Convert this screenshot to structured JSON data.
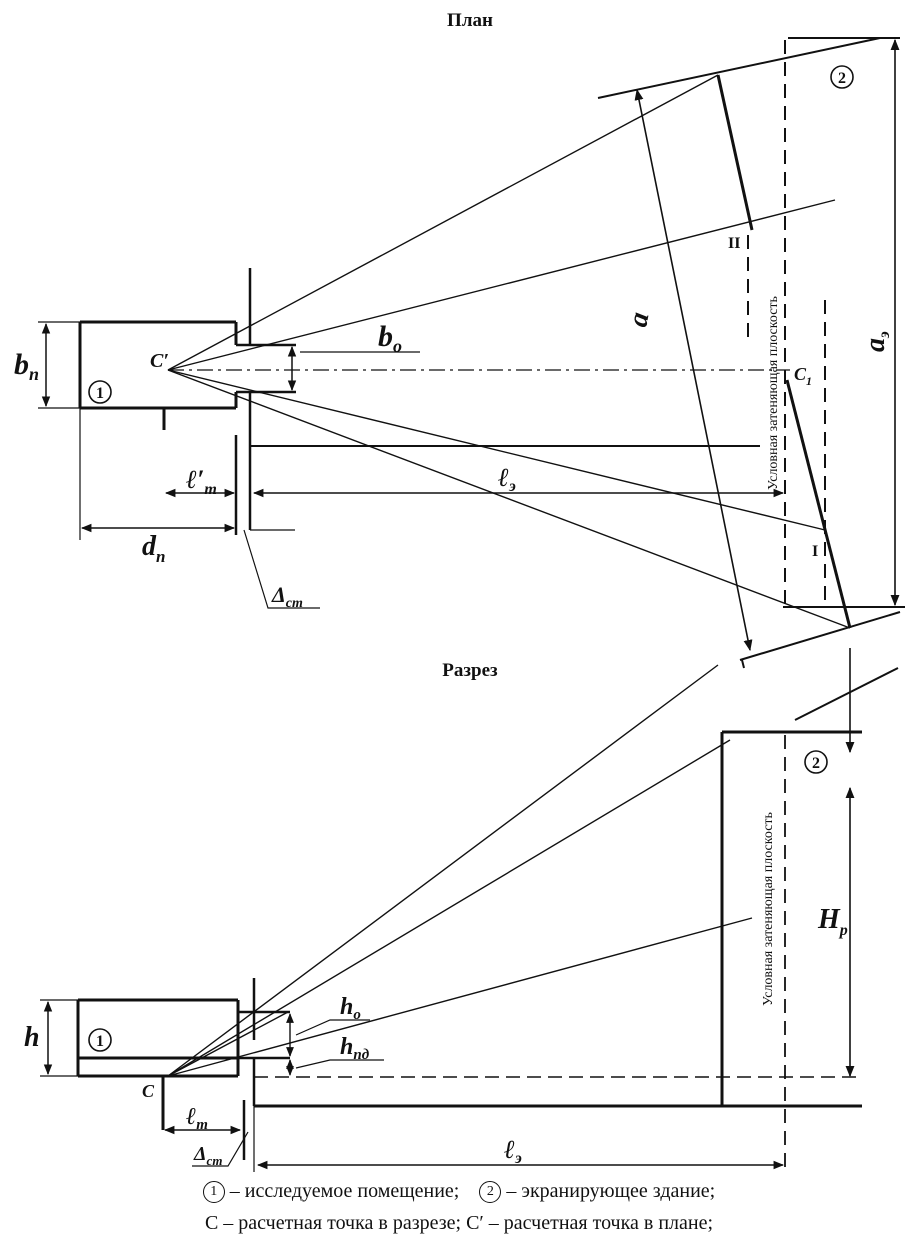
{
  "titles": {
    "plan": "План",
    "section": "Разрез"
  },
  "plan_labels": {
    "b_p": "b",
    "b_p_sub": "п",
    "marker_room": "1",
    "c_prime": "C′",
    "b_o": "b",
    "b_o_sub": "о",
    "l_t_prime": "ℓ′",
    "l_t_prime_sub": "т",
    "d_p": "d",
    "d_p_sub": "п",
    "delta_st": "Δ",
    "delta_st_sub": "ст",
    "l_e": "ℓ",
    "l_e_sub": "э",
    "a": "a",
    "a_e": "a",
    "a_e_sub": "э",
    "marker_building": "2",
    "c1": "C",
    "c1_sub": "1",
    "point_I": "I",
    "point_II": "II",
    "shading_plane": "Условная затеняющая плоскость"
  },
  "section_labels": {
    "h": "h",
    "marker_room": "1",
    "c": "C",
    "h_o": "h",
    "h_o_sub": "о",
    "h_pd": "h",
    "h_pd_sub": "пд",
    "l_t": "ℓ",
    "l_t_sub": "т",
    "delta_st": "Δ",
    "delta_st_sub": "ст",
    "l_e": "ℓ",
    "l_e_sub": "э",
    "H_r": "H",
    "H_r_sub": "р",
    "marker_building": "2",
    "shading_plane": "Условная затеняющая плоскость"
  },
  "caption": {
    "m1": "1",
    "t1": " – исследуемое помещение;",
    "m2": "2",
    "t2": " – экранирующее здание;",
    "line2": "C – расчетная точка в разрезе; C′ – расчетная точка в плане;"
  }
}
